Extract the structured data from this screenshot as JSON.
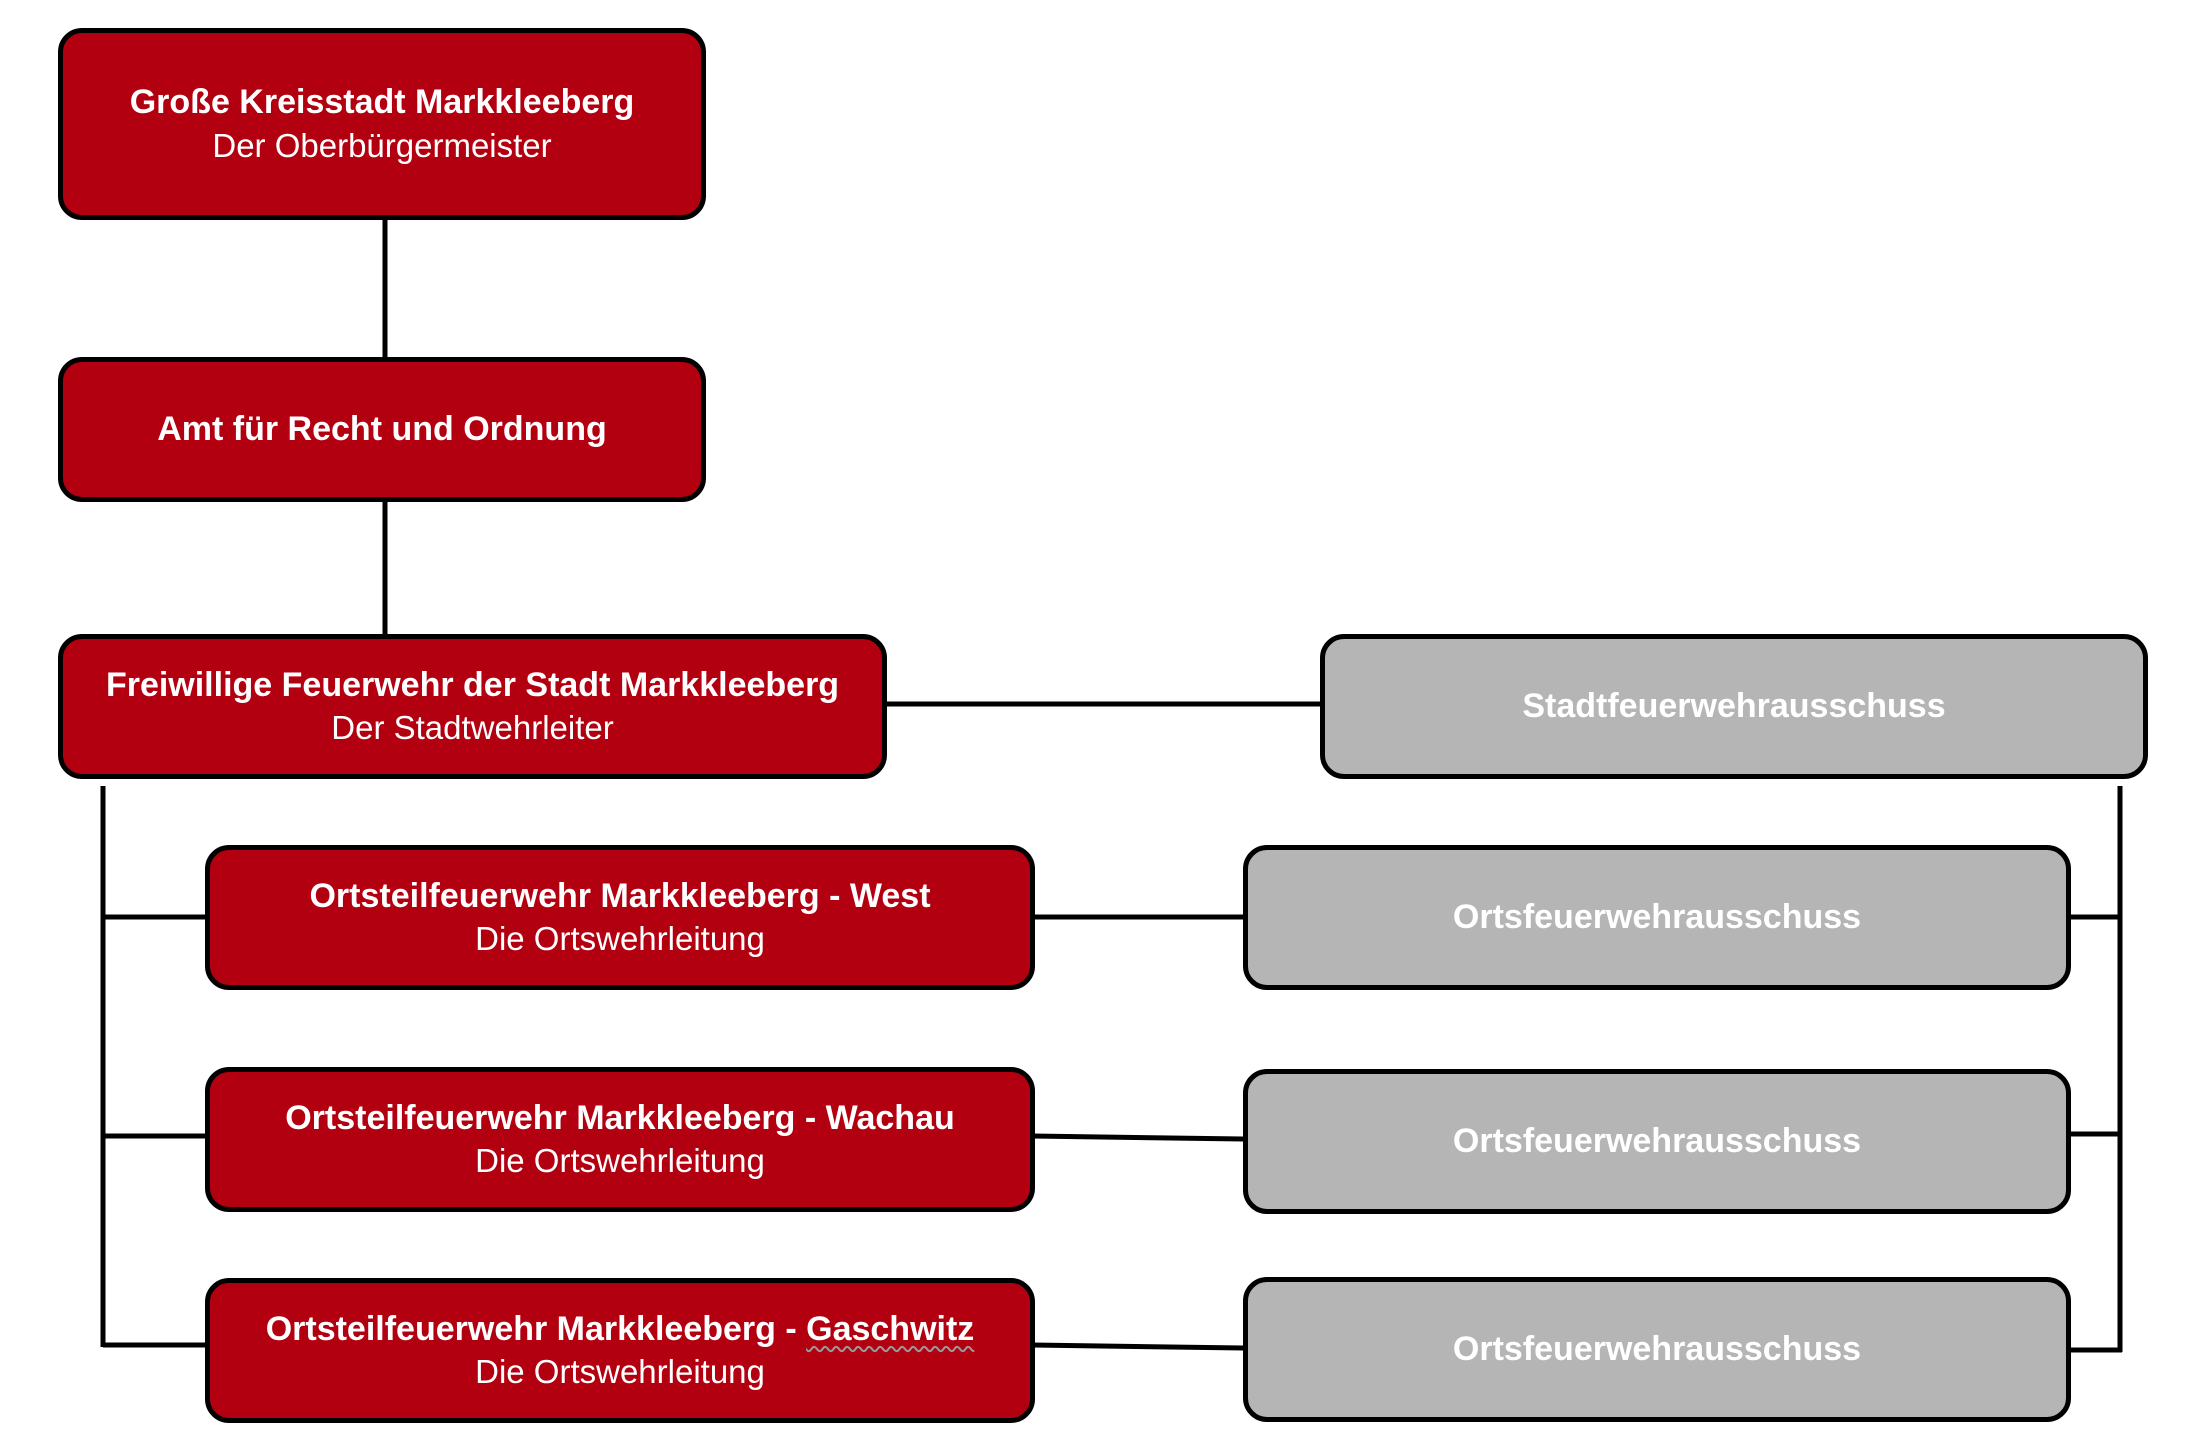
{
  "diagram": {
    "mayor": {
      "title": "Große Kreisstadt Markkleeberg",
      "subtitle": "Der Oberbürgermeister"
    },
    "office": {
      "title": "Amt für Recht und Ordnung"
    },
    "city_fire_dept": {
      "title": "Freiwillige Feuerwehr der Stadt Markkleeberg",
      "subtitle": "Der Stadtwehrleiter"
    },
    "city_committee": {
      "title": "Stadtfeuerwehrausschuss"
    },
    "district_west": {
      "title": "Ortsteilfeuerwehr Markkleeberg - West",
      "subtitle": "Die Ortswehrleitung"
    },
    "district_wachau": {
      "title": "Ortsteilfeuerwehr Markkleeberg - Wachau",
      "subtitle": "Die Ortswehrleitung"
    },
    "district_gaschwitz": {
      "title_prefix": "Ortsteilfeuerwehr Markkleeberg - ",
      "title_name": "Gaschwitz",
      "subtitle": "Die Ortswehrleitung"
    },
    "committee_west": {
      "title": "Ortsfeuerwehrausschuss"
    },
    "committee_wachau": {
      "title": "Ortsfeuerwehrausschuss"
    },
    "committee_gaschwitz": {
      "title": "Ortsfeuerwehrausschuss"
    },
    "colors": {
      "red_box": "#b30010",
      "grey_box": "#b5b5b5",
      "border": "#000000",
      "text": "#ffffff"
    }
  }
}
